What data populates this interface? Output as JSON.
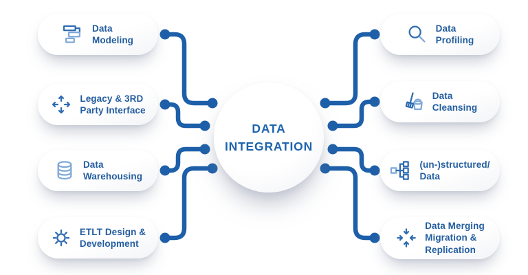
{
  "background": "#ffffff",
  "palette": {
    "connector": "#1d5fa9",
    "label_text": "#235d9f",
    "center_text": "#1d64ae",
    "icon_dark": "#2e6cb2",
    "icon_light": "#7fa9d8",
    "pill_bg": "#ffffff"
  },
  "center": {
    "label": "DATA\nINTEGRATION"
  },
  "left_items": [
    {
      "label": "Data\nModeling",
      "icon": "data-modeling-icon"
    },
    {
      "label": "Legacy & 3RD\nParty Interface",
      "icon": "expand-arrows-icon"
    },
    {
      "label": "Data\nWarehousing",
      "icon": "database-icon"
    },
    {
      "label": "ETLT Design &\nDevelopment",
      "icon": "gear-icon"
    }
  ],
  "right_items": [
    {
      "label": "Data\nProfiling",
      "icon": "magnifier-icon"
    },
    {
      "label": "Data\nCleansing",
      "icon": "cleaning-icon"
    },
    {
      "label": "(un-)structured/\nData",
      "icon": "tree-structure-icon"
    },
    {
      "label": "Data Merging\nMigration &\nReplication",
      "icon": "converge-arrows-icon"
    }
  ]
}
